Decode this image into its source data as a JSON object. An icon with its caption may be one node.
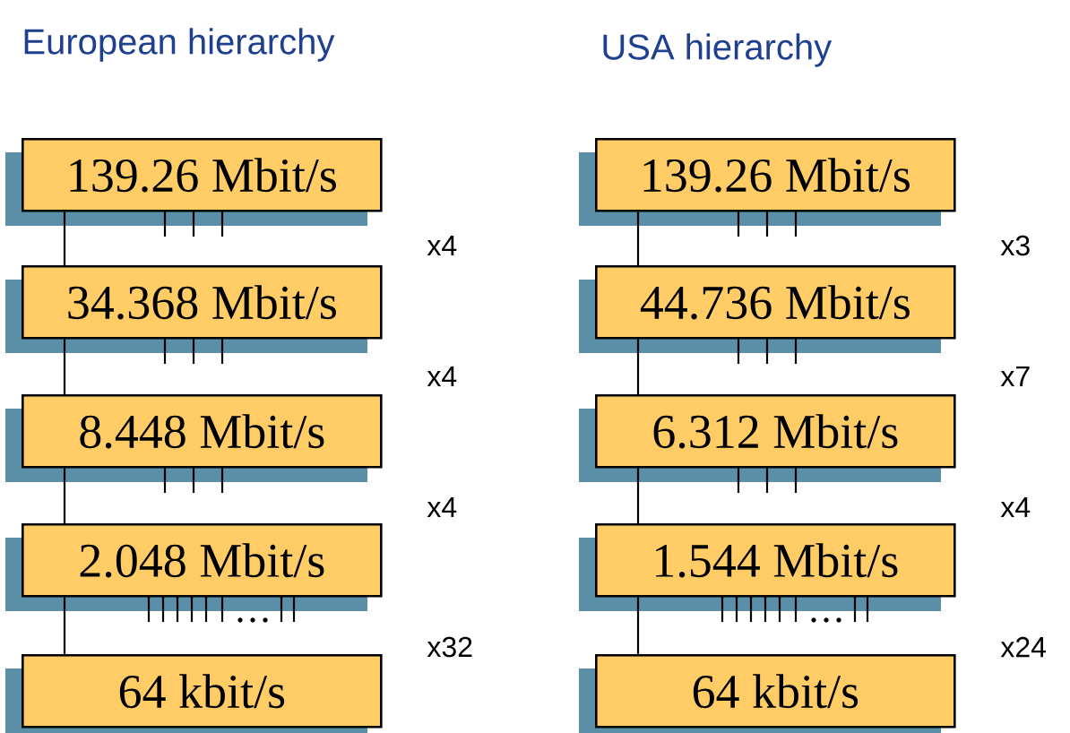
{
  "diagram": {
    "nodes": [
      {
        "text": [
          "139.26 Mbit/s"
        ]
      },
      {
        "text": [
          "34.368 Mbit/s"
        ]
      },
      {
        "text": [
          "8.448 Mbit/s"
        ]
      },
      {
        "text": [
          "2.048 Mbit/s"
        ]
      },
      {
        "text": [
          "64 kbit/s"
        ]
      },
      {
        "text": [
          "139.26 Mbit/s"
        ]
      },
      {
        "text": [
          "44.736 Mbit/s"
        ]
      },
      {
        "text": [
          "6.312 Mbit/s"
        ]
      },
      {
        "text": [
          "1.544 Mbit/s"
        ]
      },
      {
        "text": [
          "64 kbit/s"
        ]
      }
    ],
    "edges": [
      {
        "from": 0,
        "to": 1,
        "arrow": "none"
      },
      {
        "from": 1,
        "to": 2,
        "arrow": "none"
      },
      {
        "from": 2,
        "to": 3,
        "arrow": "none"
      },
      {
        "from": 3,
        "to": 4,
        "arrow": "none"
      },
      {
        "from": 5,
        "to": 6,
        "arrow": "none"
      },
      {
        "from": 6,
        "to": 7,
        "arrow": "none"
      },
      {
        "from": 7,
        "to": 8,
        "arrow": "none"
      },
      {
        "from": 8,
        "to": 9,
        "arrow": "none"
      }
    ],
    "labels": [
      "European hierarchy",
      "USA hierarchy",
      "x4",
      "x4",
      "x4",
      "x32",
      "x3",
      "x7",
      "x4",
      "x24"
    ]
  }
}
